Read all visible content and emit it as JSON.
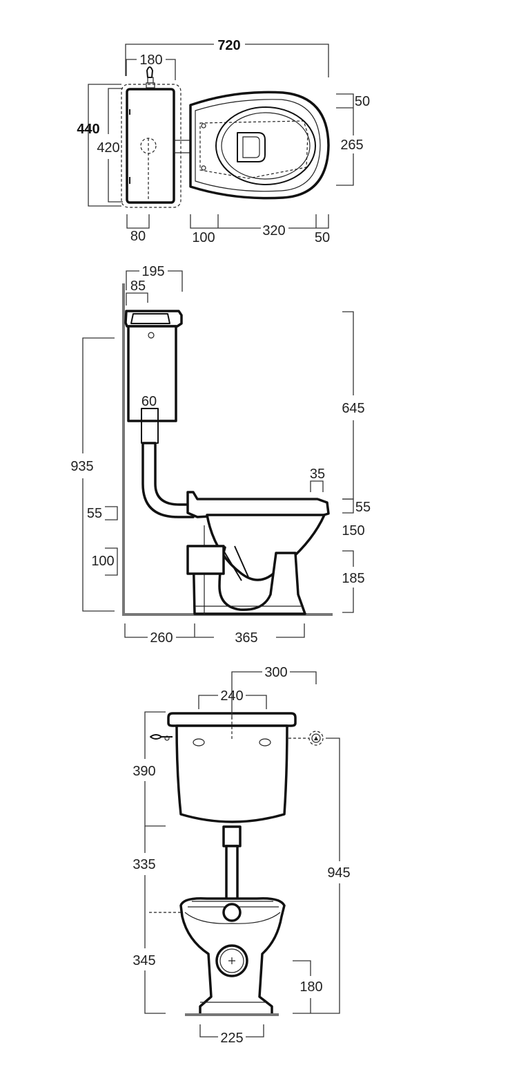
{
  "top_view": {
    "overall_length": "720",
    "overall_depth": "440",
    "cistern_width": "180",
    "cistern_length": "420",
    "rear_offset": "80",
    "bowl_inner_width": "265",
    "bowl_rim": "50",
    "outlet_offset": "100",
    "bowl_length": "320",
    "front_rim": "50"
  },
  "side_view": {
    "cistern_depth": "195",
    "lid_offset": "85",
    "flush_pipe": "60",
    "seat_offset": "35",
    "total_height": "935",
    "cistern_height": "645",
    "seat_thickness": "55",
    "pan_upper": "150",
    "pan_lower": "185",
    "inlet_height": "55",
    "outlet_height": "100",
    "wall_to_outlet": "260",
    "outlet_to_front": "365"
  },
  "front_view": {
    "cistern_width": "300",
    "hole_spacing": "240",
    "cistern_height": "390",
    "pipe_length": "335",
    "pan_height": "345",
    "total_height": "945",
    "base_height": "180",
    "base_width": "225"
  }
}
